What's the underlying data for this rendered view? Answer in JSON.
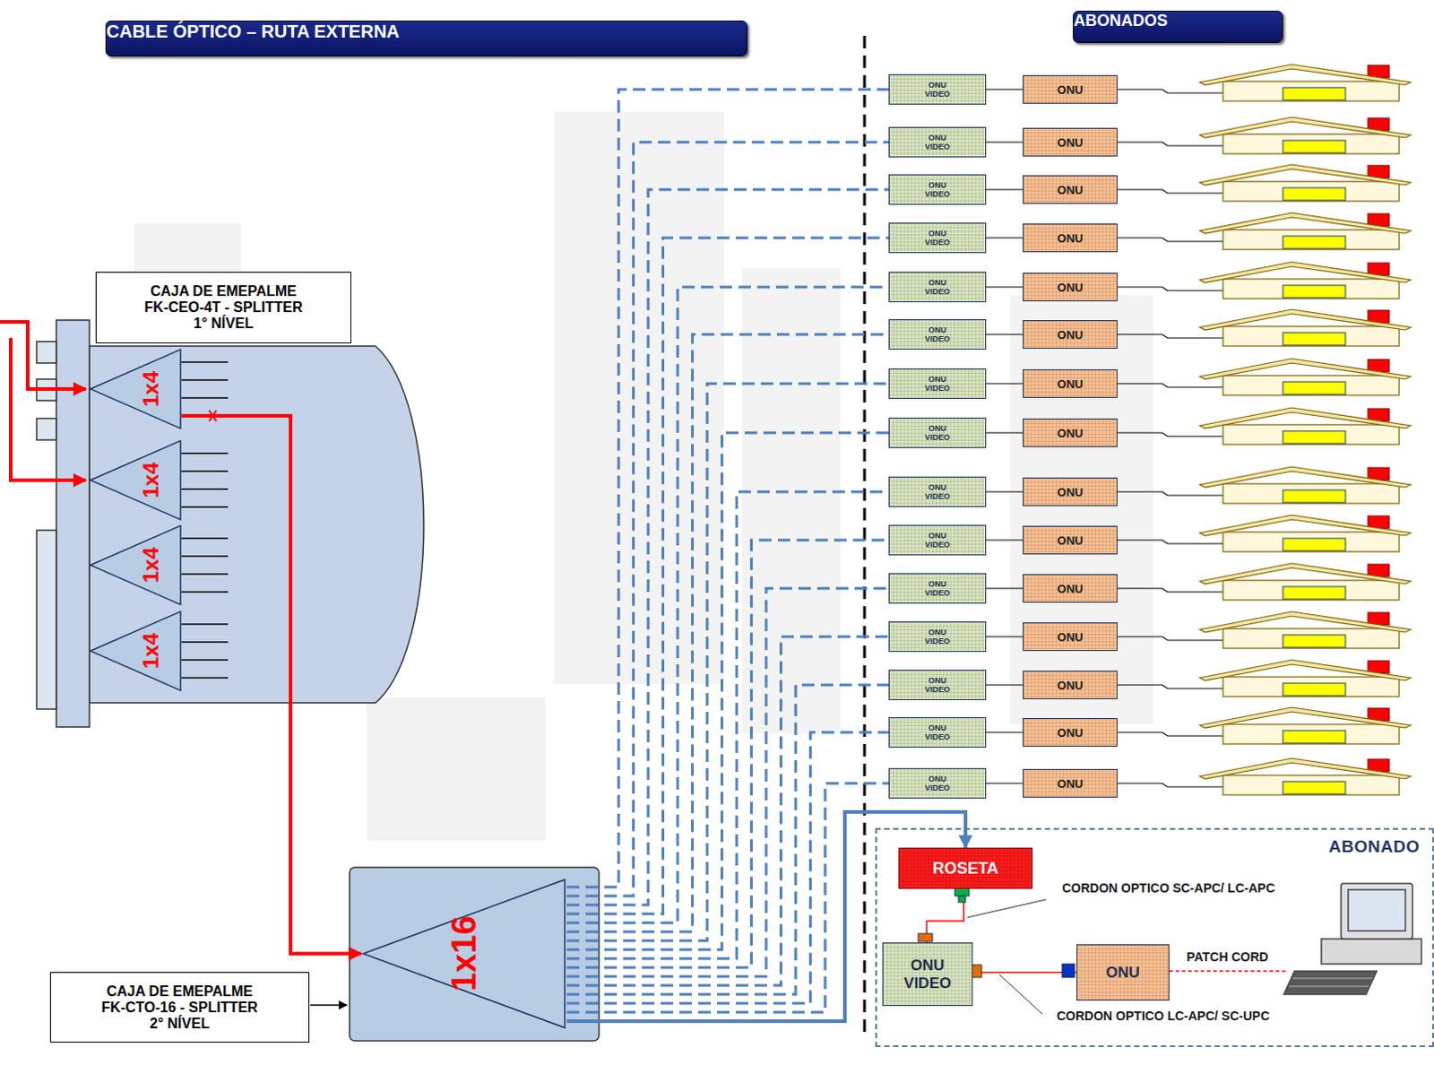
{
  "diagram": {
    "nodes": [
      {
        "text": [
          "CABLE ÓPTICO – RUTA EXTERNA"
        ]
      },
      {
        "text": [
          "ABONADOS"
        ]
      },
      {
        "text": [
          "CAJA DE EMEPALME FK-CEO-4T - SPLITTER 1° NÍVEL"
        ]
      },
      {
        "text": [
          "1x4"
        ]
      },
      {
        "text": [
          "1x4"
        ]
      },
      {
        "text": [
          "1x4"
        ]
      },
      {
        "text": [
          "1x4"
        ]
      },
      {
        "text": [
          "1x16"
        ]
      },
      {
        "text": [
          "CAJA DE EMEPALME FK-CTO-16 - SPLITTER 2° NÍVEL"
        ]
      },
      {
        "text": [
          "ONU VIDEO"
        ]
      },
      {
        "text": [
          "ONU"
        ]
      },
      {
        "text": [
          "ONU VIDEO"
        ]
      },
      {
        "text": [
          "ONU"
        ]
      },
      {
        "text": [
          "ONU VIDEO"
        ]
      },
      {
        "text": [
          "ONU"
        ]
      },
      {
        "text": [
          "ONU VIDEO"
        ]
      },
      {
        "text": [
          "ONU"
        ]
      },
      {
        "text": [
          "ONU VIDEO"
        ]
      },
      {
        "text": [
          "ONU"
        ]
      },
      {
        "text": [
          "ONU VIDEO"
        ]
      },
      {
        "text": [
          "ONU"
        ]
      },
      {
        "text": [
          "ONU VIDEO"
        ]
      },
      {
        "text": [
          "ONU"
        ]
      },
      {
        "text": [
          "ONU VIDEO"
        ]
      },
      {
        "text": [
          "ONU"
        ]
      },
      {
        "text": [
          "ONU VIDEO"
        ]
      },
      {
        "text": [
          "ONU"
        ]
      },
      {
        "text": [
          "ONU VIDEO"
        ]
      },
      {
        "text": [
          "ONU"
        ]
      },
      {
        "text": [
          "ONU VIDEO"
        ]
      },
      {
        "text": [
          "ONU"
        ]
      },
      {
        "text": [
          "ONU VIDEO"
        ]
      },
      {
        "text": [
          "ONU"
        ]
      },
      {
        "text": [
          "ONU VIDEO"
        ]
      },
      {
        "text": [
          "ONU"
        ]
      },
      {
        "text": [
          "ONU VIDEO"
        ]
      },
      {
        "text": [
          "ONU"
        ]
      },
      {
        "text": [
          "ONU VIDEO"
        ]
      },
      {
        "text": [
          "ONU"
        ]
      },
      {
        "text": [
          "ABONADO"
        ]
      },
      {
        "text": [
          "ROSETA"
        ],
        "in": 39
      },
      {
        "text": [
          "ONU VIDEO"
        ],
        "in": 39
      },
      {
        "text": [
          "ONU"
        ],
        "in": 39
      }
    ],
    "edges": [
      {
        "from": 3,
        "to": 7,
        "arrow": "to"
      },
      {
        "from": 7,
        "to": 9,
        "arrow": "none"
      },
      {
        "from": 7,
        "to": 11,
        "arrow": "none"
      },
      {
        "from": 7,
        "to": 13,
        "arrow": "none"
      },
      {
        "from": 7,
        "to": 15,
        "arrow": "none"
      },
      {
        "from": 7,
        "to": 17,
        "arrow": "none"
      },
      {
        "from": 7,
        "to": 19,
        "arrow": "none"
      },
      {
        "from": 7,
        "to": 21,
        "arrow": "none"
      },
      {
        "from": 7,
        "to": 23,
        "arrow": "none"
      },
      {
        "from": 7,
        "to": 25,
        "arrow": "none"
      },
      {
        "from": 7,
        "to": 27,
        "arrow": "none"
      },
      {
        "from": 7,
        "to": 29,
        "arrow": "none"
      },
      {
        "from": 7,
        "to": 31,
        "arrow": "none"
      },
      {
        "from": 7,
        "to": 33,
        "arrow": "none"
      },
      {
        "from": 7,
        "to": 35,
        "arrow": "none"
      },
      {
        "from": 7,
        "to": 37,
        "arrow": "none"
      },
      {
        "from": 7,
        "to": 40,
        "arrow": "to"
      },
      {
        "from": 9,
        "to": 10,
        "arrow": "none"
      },
      {
        "from": 11,
        "to": 12,
        "arrow": "none"
      },
      {
        "from": 13,
        "to": 14,
        "arrow": "none"
      },
      {
        "from": 15,
        "to": 16,
        "arrow": "none"
      },
      {
        "from": 17,
        "to": 18,
        "arrow": "none"
      },
      {
        "from": 19,
        "to": 20,
        "arrow": "none"
      },
      {
        "from": 21,
        "to": 22,
        "arrow": "none"
      },
      {
        "from": 23,
        "to": 24,
        "arrow": "none"
      },
      {
        "from": 25,
        "to": 26,
        "arrow": "none"
      },
      {
        "from": 27,
        "to": 28,
        "arrow": "none"
      },
      {
        "from": 29,
        "to": 30,
        "arrow": "none"
      },
      {
        "from": 31,
        "to": 32,
        "arrow": "none"
      },
      {
        "from": 33,
        "to": 34,
        "arrow": "none"
      },
      {
        "from": 35,
        "to": 36,
        "arrow": "none"
      },
      {
        "from": 37,
        "to": 38,
        "arrow": "none"
      },
      {
        "from": 40,
        "to": 41,
        "arrow": "none"
      },
      {
        "from": 41,
        "to": 42,
        "arrow": "none"
      }
    ],
    "labels": [
      "CORDON OPTICO SC-APC/ LC-APC",
      "PATCH CORD",
      "CORDON OPTICO LC-APC/ SC-UPC"
    ]
  }
}
